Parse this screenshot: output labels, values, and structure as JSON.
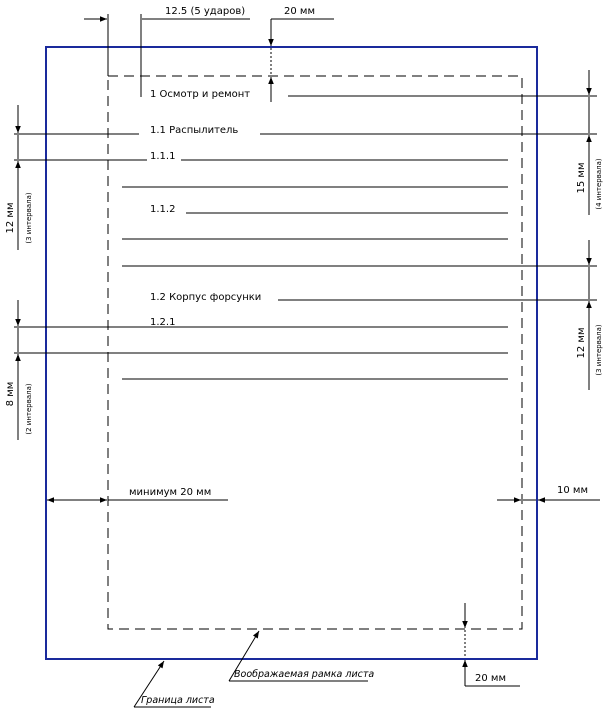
{
  "top": {
    "indent_label": "12.5 (5 ударов)",
    "top_margin_label": "20 мм"
  },
  "headings": {
    "h1": "1 Осмотр и ремонт",
    "h11": "1.1 Распылитель",
    "h111": "1.1.1",
    "h112": "1.1.2",
    "h12": "1.2 Корпус форсунки",
    "h121": "1.2.1"
  },
  "left_dims": {
    "upper_value": "12 мм",
    "upper_note": "(3 интервала)",
    "lower_value": "8 мм",
    "lower_note": "(2 интервала)"
  },
  "right_dims": {
    "upper_value": "15 мм",
    "upper_note": "(4 интервала)",
    "lower_value": "12 мм",
    "lower_note": "(3 интервала)"
  },
  "margins": {
    "left_label": "минимум 20  мм",
    "right_label": "10  мм",
    "bottom_label": "20  мм"
  },
  "captions": {
    "sheet_border": "Граница листа",
    "imaginary_frame": "Воображаемая рамка листа"
  },
  "colors": {
    "sheet_border": "#1a2a9c",
    "lines": "#000000"
  }
}
